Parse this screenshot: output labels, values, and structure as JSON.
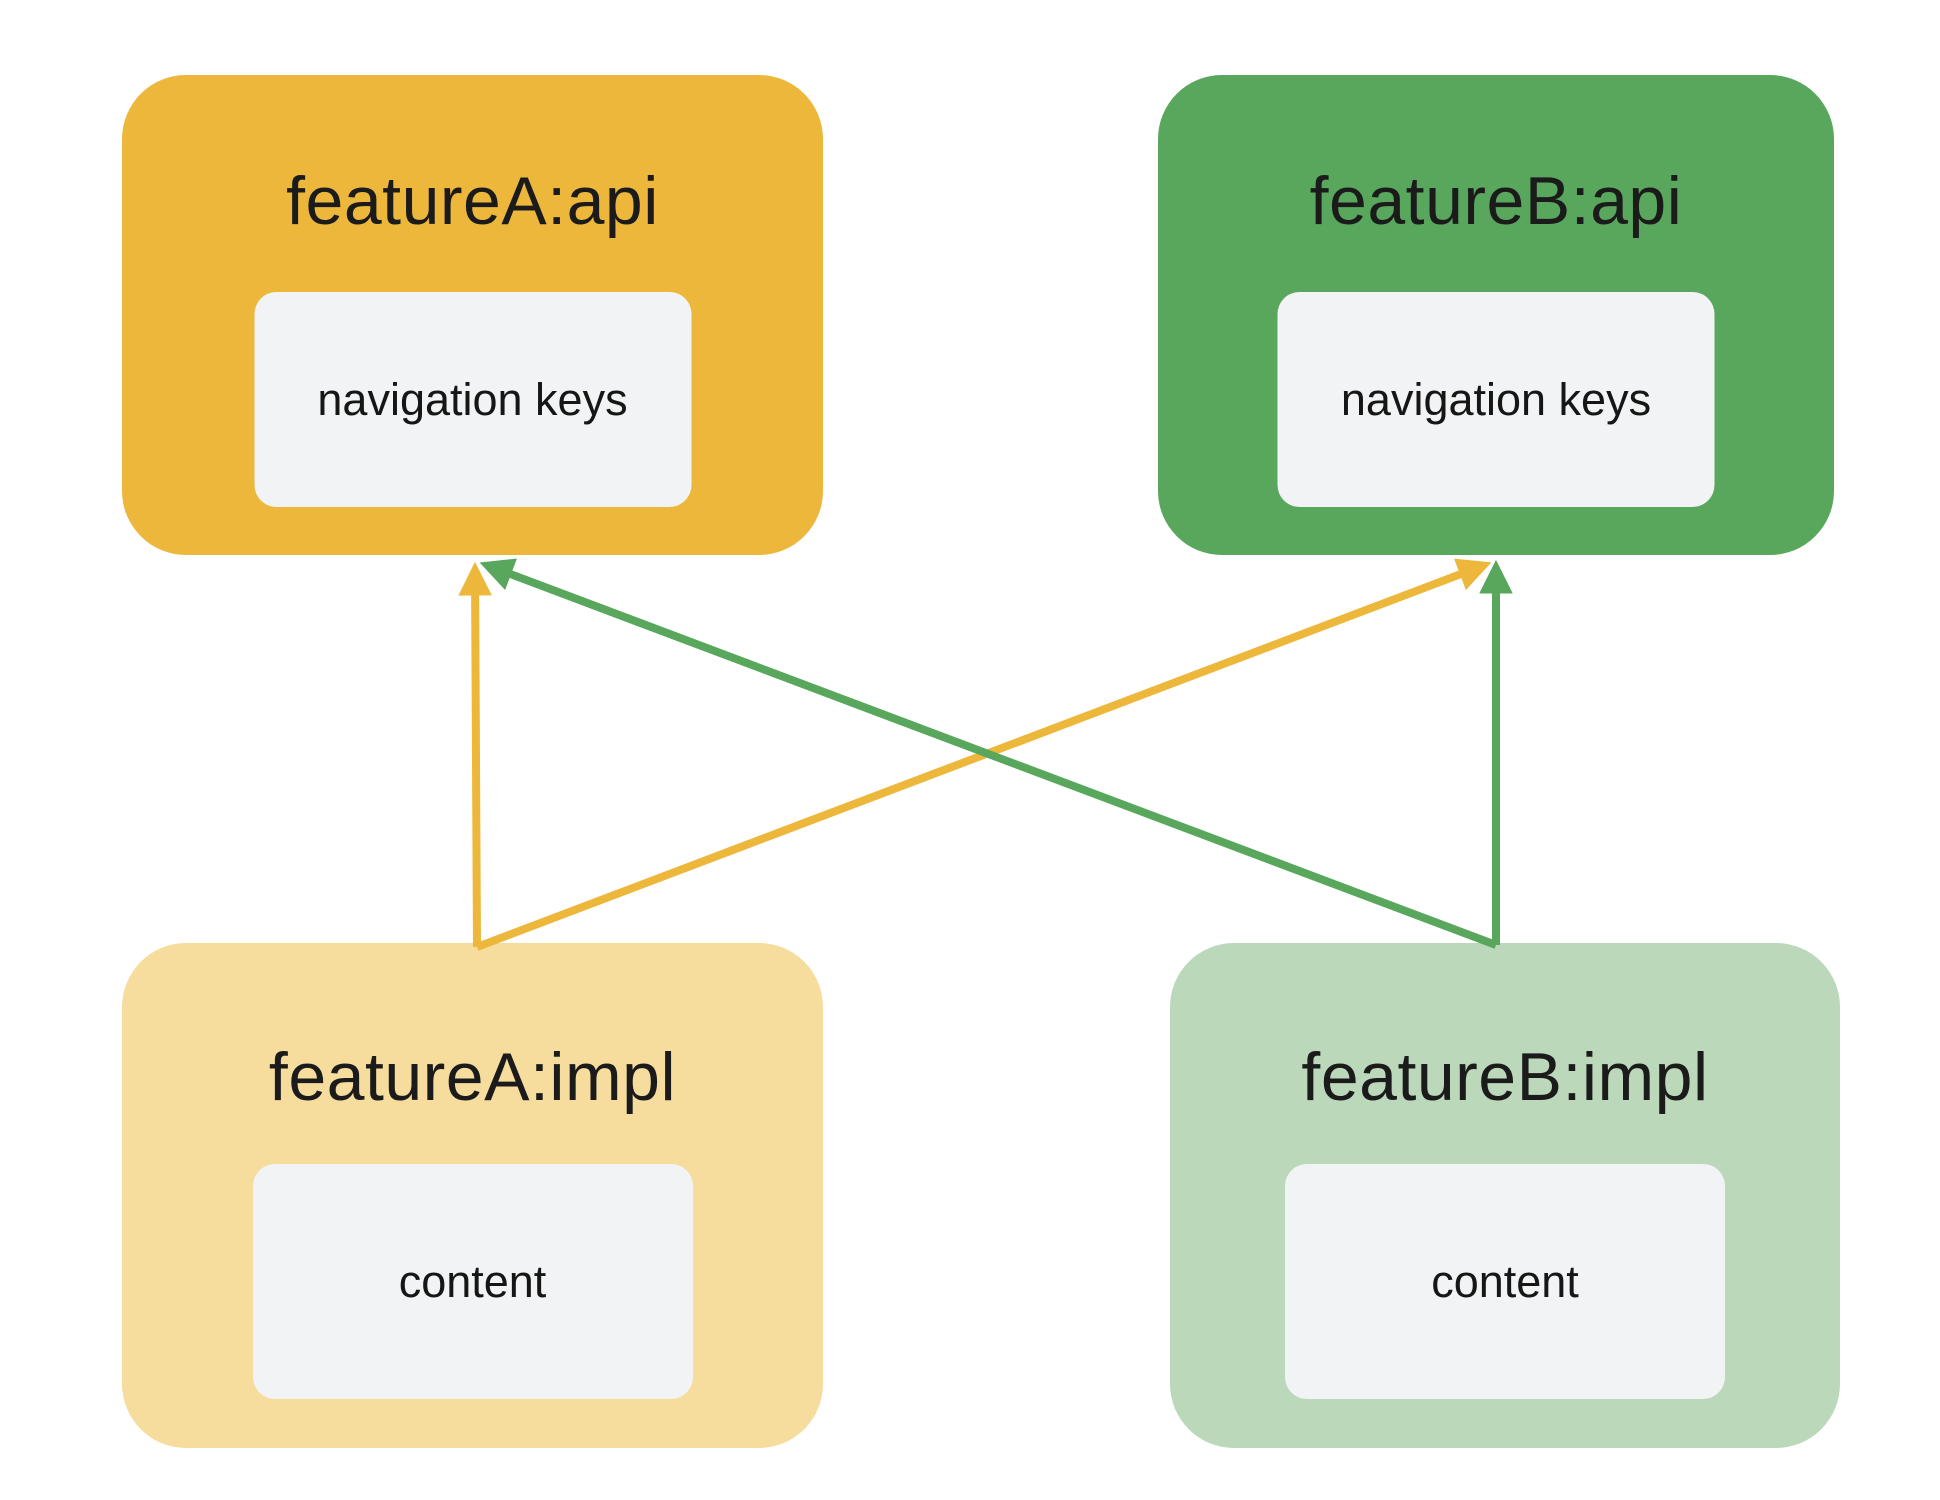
{
  "diagram": {
    "background_color": "#FFFFFF",
    "text_color": "#1B1B1B",
    "chip_background_color": "#F1F3F4",
    "nodes": {
      "featureA_api": {
        "title": "featureA:api",
        "chip": "navigation keys",
        "color": "#ECB73B"
      },
      "featureB_api": {
        "title": "featureB:api",
        "chip": "navigation keys",
        "color": "#58A75C"
      },
      "featureA_impl": {
        "title": "featureA:impl",
        "chip": "content",
        "color": "#F6DD9D"
      },
      "featureB_impl": {
        "title": "featureB:impl",
        "chip": "content",
        "color": "#BCD8BB"
      }
    },
    "edges": [
      {
        "from": "featureA:impl",
        "to": "featureA:api",
        "color": "#ECB73B"
      },
      {
        "from": "featureA:impl",
        "to": "featureB:api",
        "color": "#ECB73B"
      },
      {
        "from": "featureB:impl",
        "to": "featureB:api",
        "color": "#58A75C"
      },
      {
        "from": "featureB:impl",
        "to": "featureA:api",
        "color": "#58A75C"
      }
    ]
  }
}
